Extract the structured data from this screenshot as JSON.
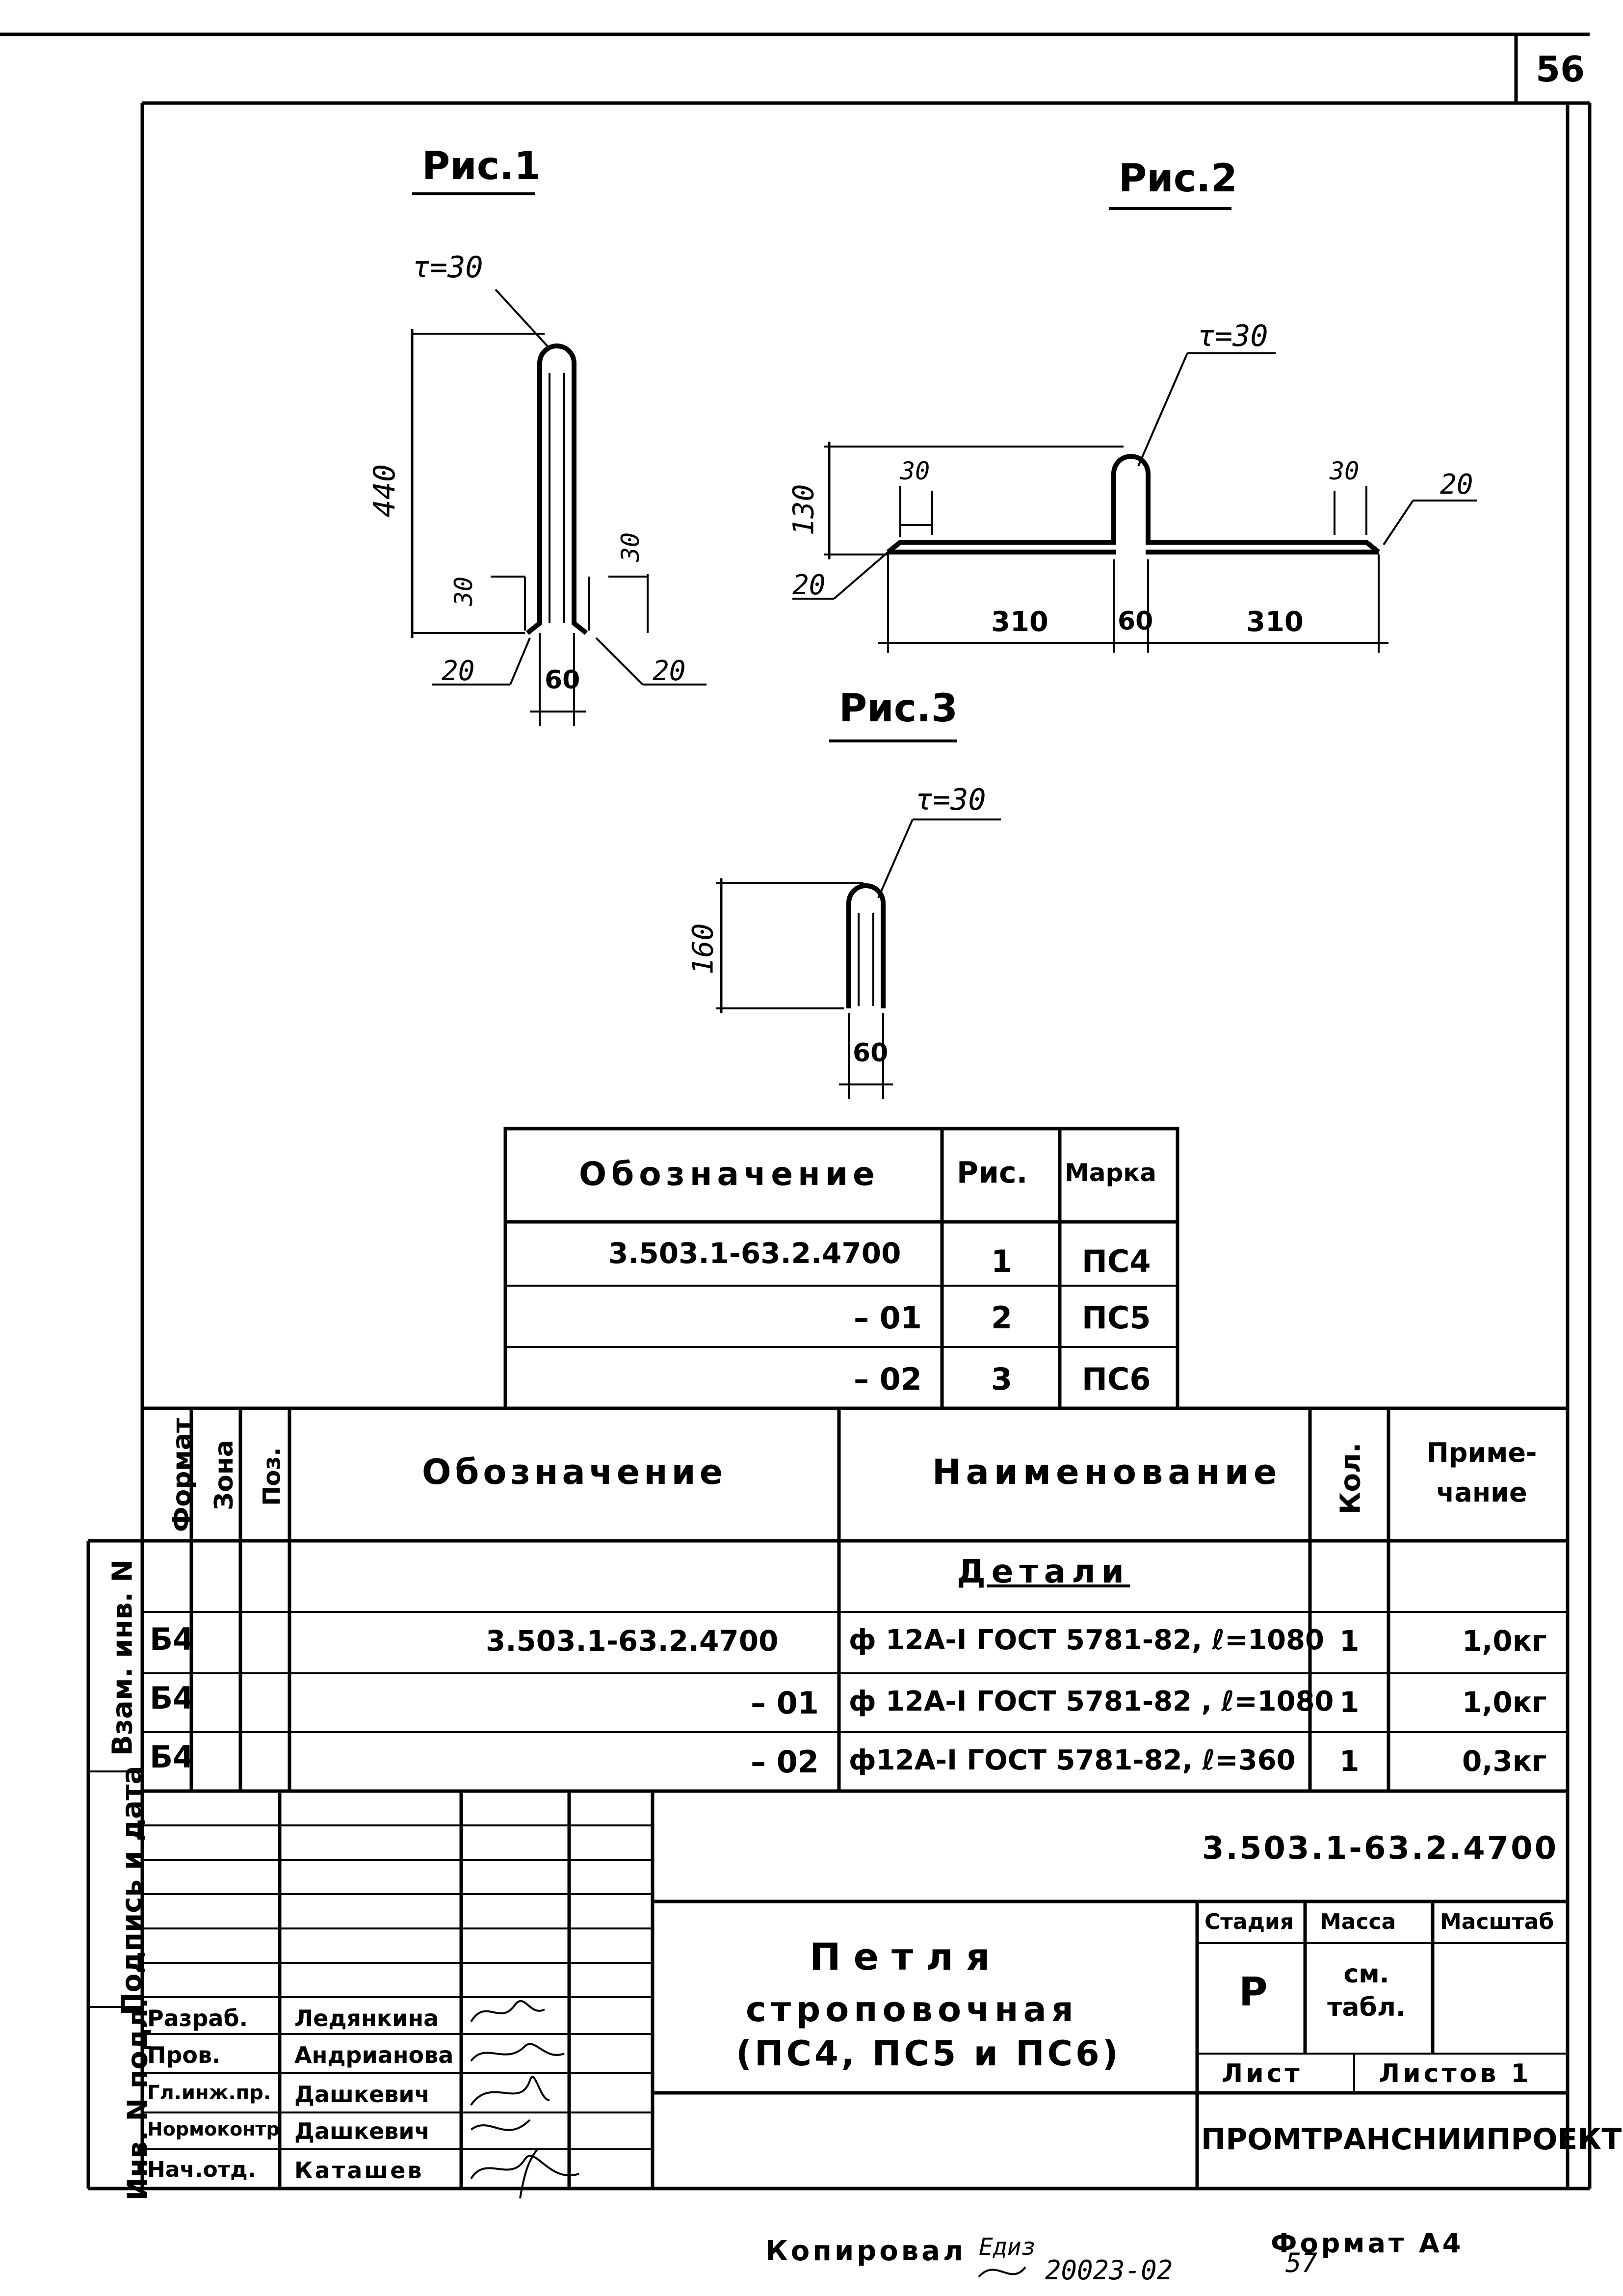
{
  "sheet_number": "56",
  "figures": {
    "fig1": {
      "title": "Рис.1",
      "radius": "τ=30",
      "height": "440",
      "hook_left": "30",
      "hook_right": "30",
      "end_left": "20",
      "end_right": "20",
      "width": "60"
    },
    "fig2": {
      "title": "Рис.2",
      "radius": "τ=30",
      "height": "130",
      "hook_left": "30",
      "hook_right": "30",
      "end_left": "20",
      "end_right": "20",
      "arm_left": "310",
      "width": "60",
      "arm_right": "310"
    },
    "fig3": {
      "title": "Рис.3",
      "radius": "τ=30",
      "height": "160",
      "width": "60"
    }
  },
  "marks_table": {
    "headers": [
      "Обозначение",
      "Рис.",
      "Марка"
    ],
    "rows": [
      [
        "3.503.1-63.2.4700",
        "1",
        "ПС4"
      ],
      [
        "– 01",
        "2",
        "ПС5"
      ],
      [
        "– 02",
        "3",
        "ПС6"
      ]
    ]
  },
  "spec_table": {
    "headers": {
      "format": "Формат",
      "zone": "Зона",
      "pos": "Поз.",
      "designation": "Обозначение",
      "name": "Наименование",
      "qty": "Кол.",
      "note": "Приме-чание"
    },
    "section": "Детали",
    "rows": [
      {
        "format": "Б4",
        "designation": "3.503.1-63.2.4700",
        "name": "ф 12А-I ГОСТ 5781-82, ℓ=1080",
        "qty": "1",
        "note": "1,0кг"
      },
      {
        "format": "Б4",
        "designation": "– 01",
        "name": "ф 12А-I ГОСТ 5781-82 , ℓ=1080",
        "qty": "1",
        "note": "1,0кг"
      },
      {
        "format": "Б4",
        "designation": "– 02",
        "name": "ф12А-I ГОСТ 5781-82, ℓ=360",
        "qty": "1",
        "note": "0,3кг"
      }
    ]
  },
  "title_block": {
    "doc_code": "3.503.1-63.2.4700",
    "title_line1": "Петля",
    "title_line2": "строповочная",
    "title_line3": "(ПС4, ПС5 и ПС6)",
    "stage_label": "Стадия",
    "mass_label": "Масса",
    "scale_label": "Масштаб",
    "stage": "Р",
    "mass": "см. табл.",
    "sheet_label": "Лист",
    "sheets_label": "Листов 1",
    "organization": "ПРОМТРАНСНИИПРОЕКТ",
    "signatures": [
      {
        "role": "Разраб.",
        "name": "Ледянкина"
      },
      {
        "role": "Пров.",
        "name": "Андрианова"
      },
      {
        "role": "Гл.инж.пр.",
        "name": "Дашкевич"
      },
      {
        "role": "Нормоконтр",
        "name": "Дашкевич"
      },
      {
        "role": "Нач.отд.",
        "name": "Каташев"
      }
    ]
  },
  "side_stamps": [
    "Инв. N подл.",
    "Подпись и дата",
    "Взам. инв. N"
  ],
  "footer": {
    "copied": "Копировал",
    "copier_sign": "Едиз",
    "order": "20023-02",
    "page": "57",
    "format": "Формат А4"
  }
}
